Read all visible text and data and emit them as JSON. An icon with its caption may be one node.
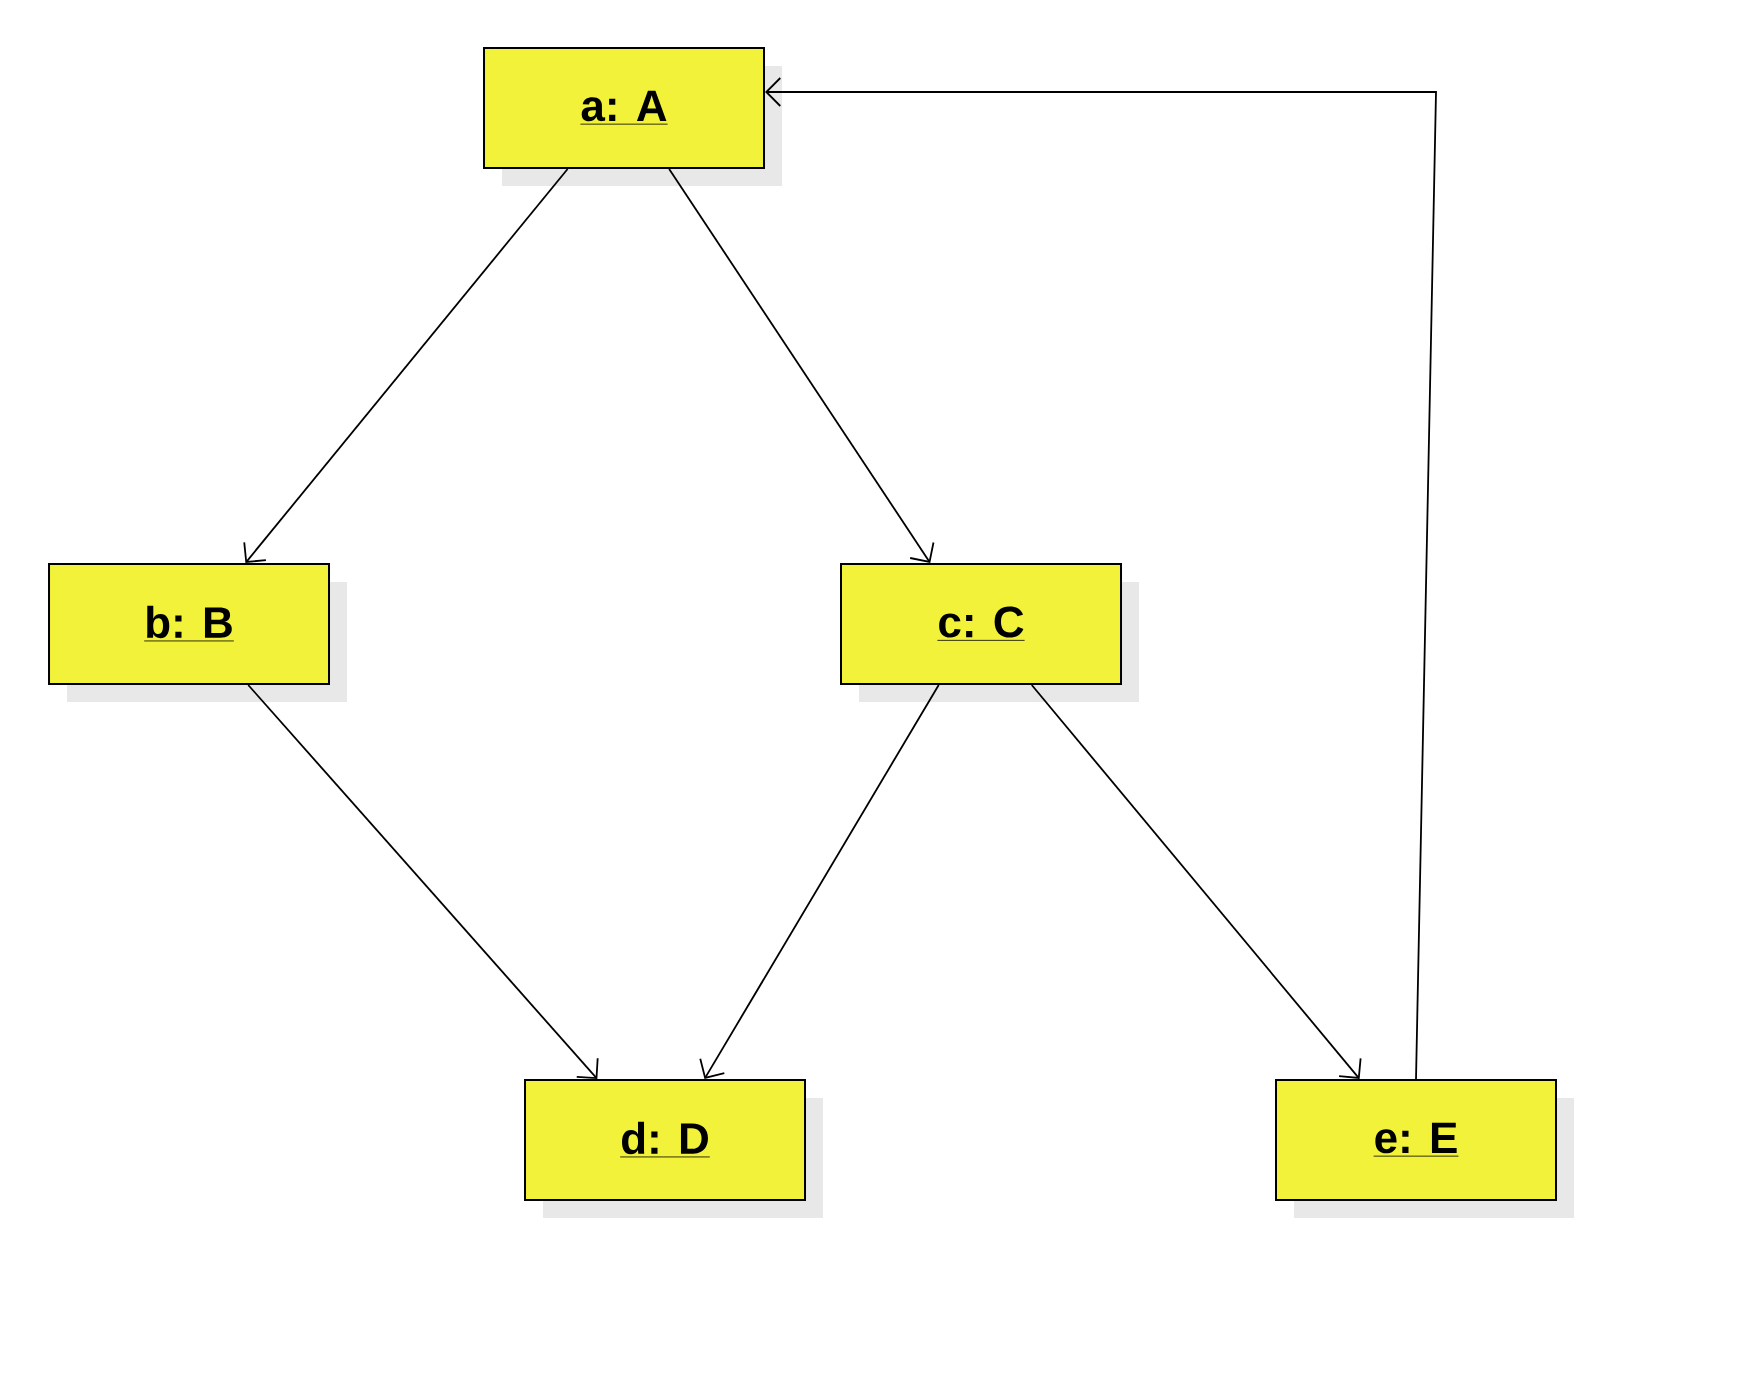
{
  "diagram": {
    "nodes": [
      {
        "text": [
          "a: A"
        ]
      },
      {
        "text": [
          "b: B"
        ]
      },
      {
        "text": [
          "c: C"
        ]
      },
      {
        "text": [
          "d: D"
        ]
      },
      {
        "text": [
          "e: E"
        ]
      }
    ],
    "edges": [
      {
        "from": 0,
        "to": 1,
        "arrow": "to"
      },
      {
        "from": 0,
        "to": 2,
        "arrow": "to"
      },
      {
        "from": 1,
        "to": 3,
        "arrow": "to"
      },
      {
        "from": 2,
        "to": 3,
        "arrow": "to"
      },
      {
        "from": 2,
        "to": 4,
        "arrow": "to"
      },
      {
        "from": 4,
        "to": 0,
        "arrow": "to"
      }
    ]
  }
}
